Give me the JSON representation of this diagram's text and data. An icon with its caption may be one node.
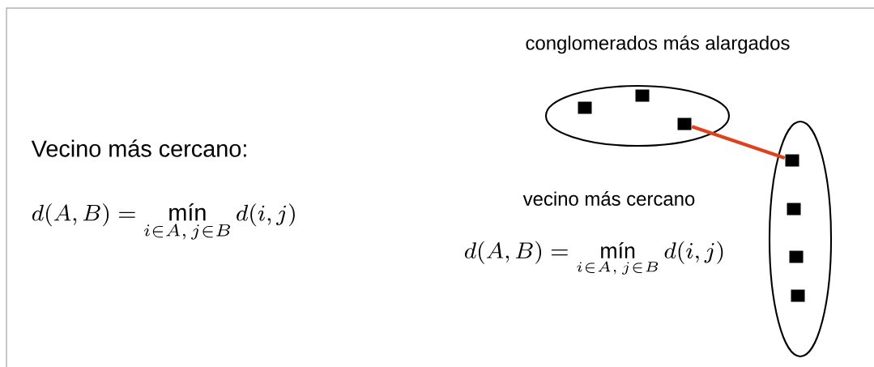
{
  "diagram": {
    "nodes": [
      {
        "text": [],
        "shape": "ellipse"
      },
      {
        "text": [],
        "shape": "box",
        "in": 0
      },
      {
        "text": [],
        "shape": "box",
        "in": 0
      },
      {
        "text": [],
        "shape": "box",
        "in": 0
      },
      {
        "text": [],
        "shape": "ellipse"
      },
      {
        "text": [],
        "shape": "box",
        "in": 4
      },
      {
        "text": [],
        "shape": "box",
        "in": 4
      },
      {
        "text": [],
        "shape": "box",
        "in": 4
      },
      {
        "text": [],
        "shape": "box",
        "in": 4
      }
    ],
    "edges": [
      {
        "from": 3,
        "to": 5,
        "arrow": "none",
        "color": "#e0401a"
      }
    ],
    "labels": [
      "conglomerados más alargados",
      "Vecino más cercano:",
      "d(A,B) = \\mathop{\\text{mín}}\\limits_{i\\in A,\\, j\\in B} d(i,j)",
      "vecino más cercano",
      "d(A,B) = \\mathop{\\text{mín}}\\limits_{i\\in A,\\, j\\in B} d(i,j)"
    ]
  }
}
